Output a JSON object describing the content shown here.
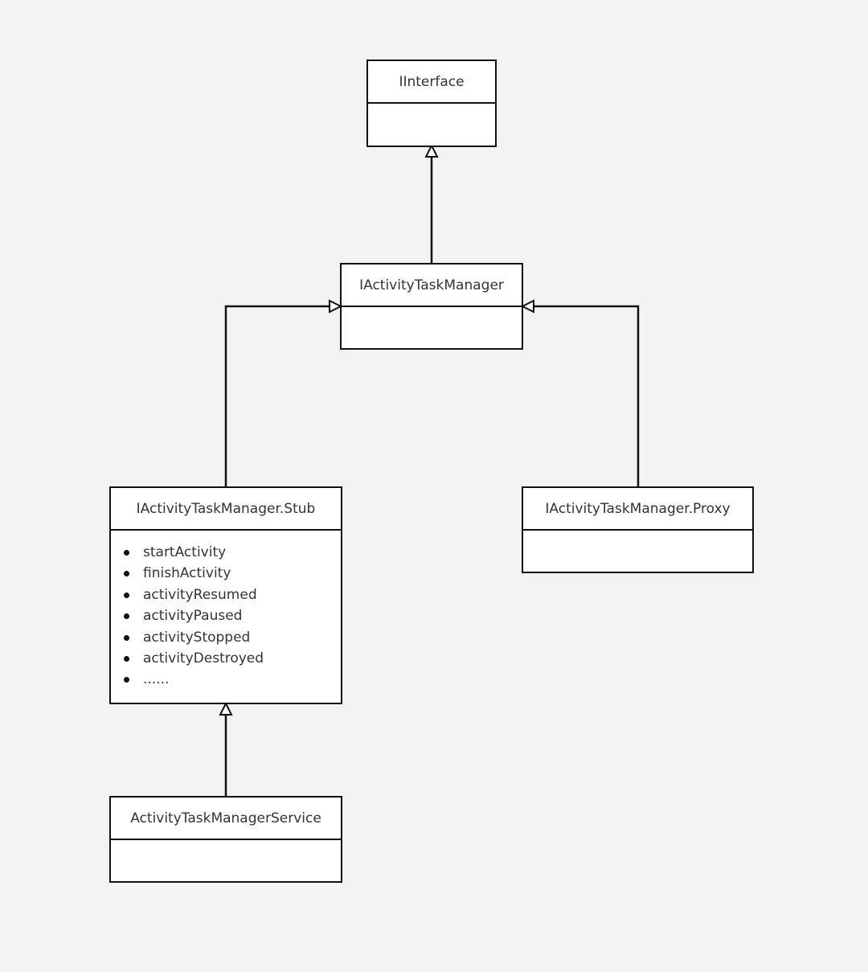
{
  "diagram": {
    "classes": {
      "iinterface": {
        "name": "IInterface"
      },
      "iactivity_task_manager": {
        "name": "IActivityTaskManager"
      },
      "stub": {
        "name": "IActivityTaskManager.Stub",
        "methods": [
          "startActivity",
          "finishActivity",
          "activityResumed",
          "activityPaused",
          "activityStopped",
          "activityDestroyed",
          "......"
        ]
      },
      "proxy": {
        "name": "IActivityTaskManager.Proxy"
      },
      "service": {
        "name": "ActivityTaskManagerService"
      }
    },
    "relations": [
      {
        "from": "IActivityTaskManager",
        "to": "IInterface",
        "type": "generalization"
      },
      {
        "from": "IActivityTaskManager.Stub",
        "to": "IActivityTaskManager",
        "type": "generalization"
      },
      {
        "from": "IActivityTaskManager.Proxy",
        "to": "IActivityTaskManager",
        "type": "generalization"
      },
      {
        "from": "ActivityTaskManagerService",
        "to": "IActivityTaskManager.Stub",
        "type": "generalization"
      }
    ],
    "colors": {
      "background": "#f3f3f5",
      "box_fill": "#ffffff",
      "stroke": "#111111",
      "text": "#333333"
    }
  }
}
